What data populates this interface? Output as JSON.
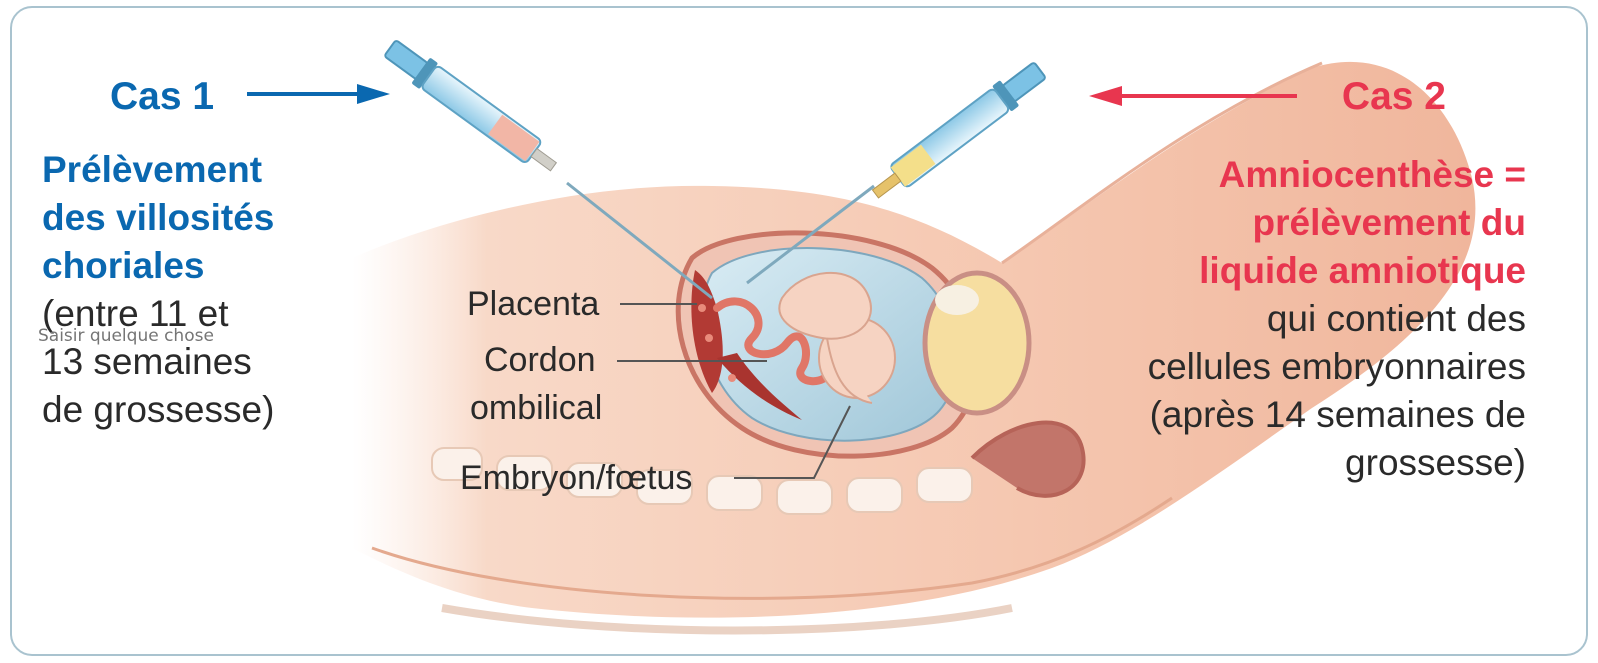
{
  "case1": {
    "title": "Cas 1",
    "procedure_lines": [
      "Prélèvement",
      "des villosités",
      "choriales"
    ],
    "timing_lines": [
      "(entre 11 et",
      "13 semaines",
      "de grossesse)"
    ],
    "color": "#0a68b0"
  },
  "case2": {
    "title": "Cas 2",
    "procedure_lines": [
      "Amniocenthèse =",
      "prélèvement du",
      "liquide amniotique"
    ],
    "detail_lines": [
      "qui contient des",
      "cellules embryonnaires",
      "(après 14 semaines de",
      "grossesse)"
    ],
    "color": "#e8364f"
  },
  "labels": {
    "placenta": "Placenta",
    "cordon_line1": "Cordon",
    "cordon_line2": "ombilical",
    "embryon": "Embryon/fœtus"
  },
  "search": {
    "placeholder": "Saisir quelque chose"
  },
  "icons": [
    "syringe-icon",
    "arrow-right-icon",
    "arrow-left-icon"
  ]
}
